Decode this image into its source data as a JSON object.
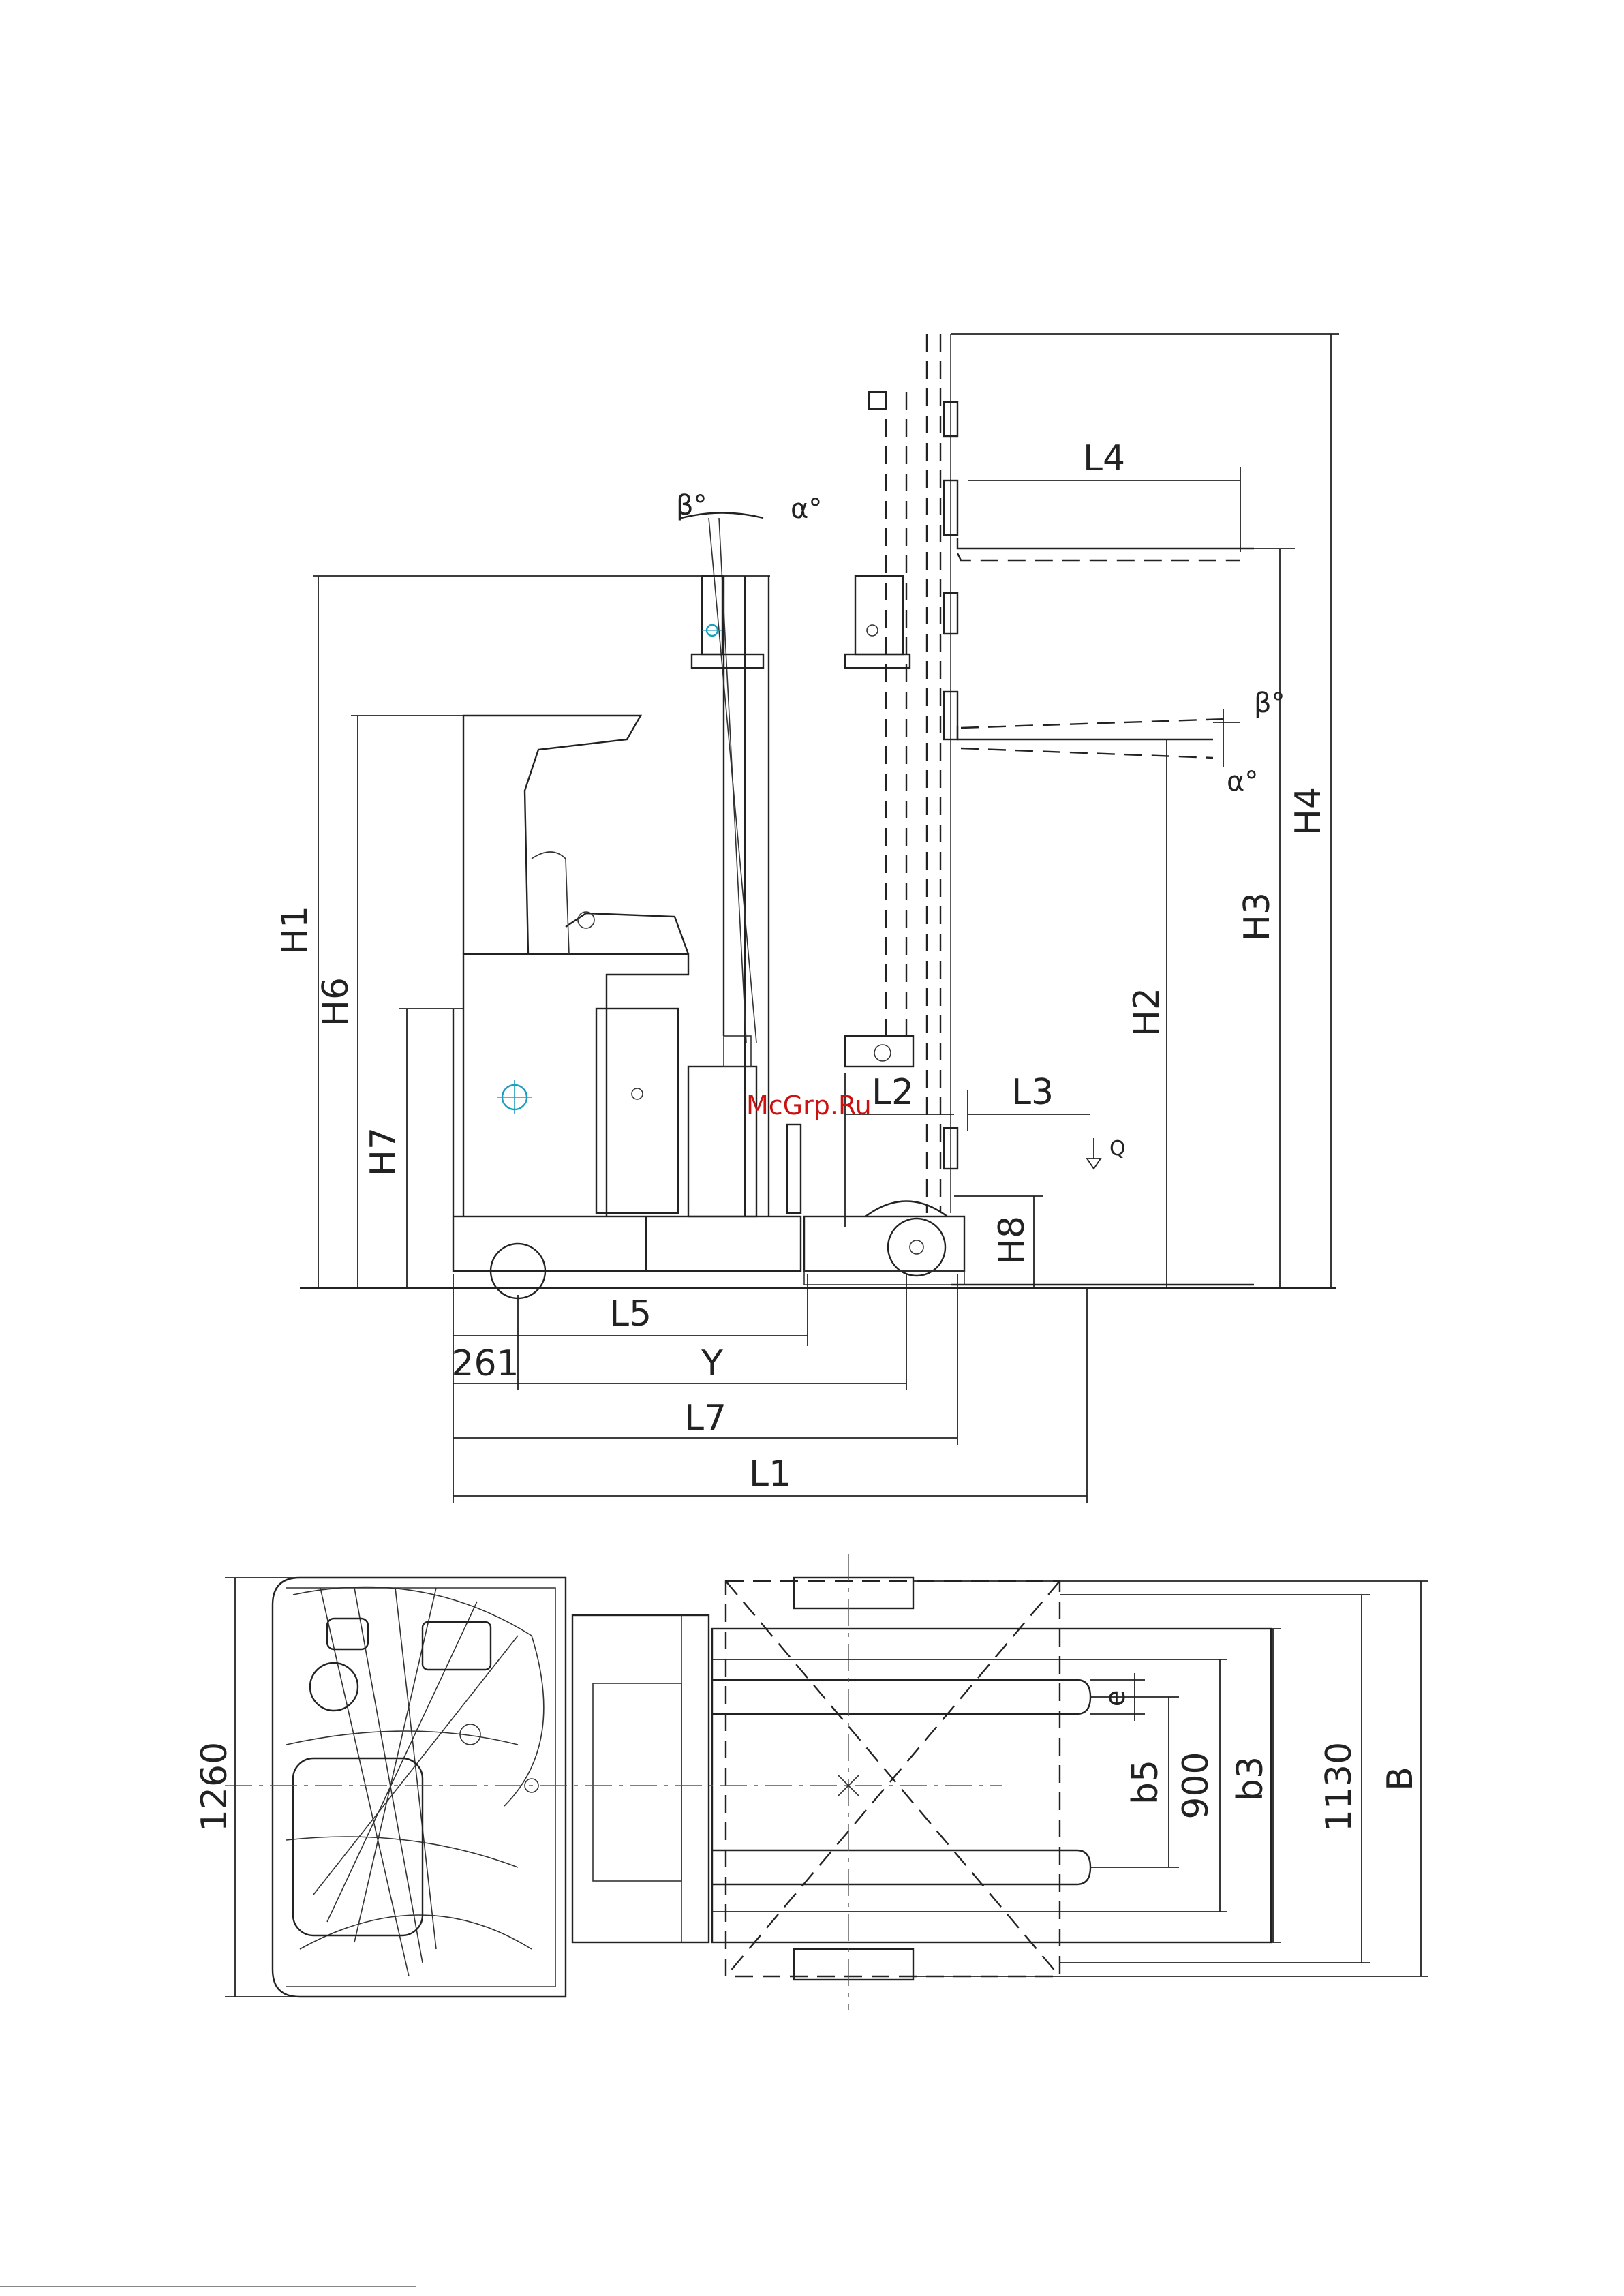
{
  "side_view": {
    "angle_beta": "β°",
    "angle_alpha": "α°",
    "angle_beta_fork": "β°",
    "angle_alpha_fork": "α°",
    "dims": {
      "H1": "H1",
      "H2": "H2",
      "H3": "H3",
      "H4": "H4",
      "H6": "H6",
      "H7": "H7",
      "H8": "H8",
      "L1": "L1",
      "L2": "L2",
      "L3": "L3",
      "L4": "L4",
      "L5": "L5",
      "L7": "L7",
      "Y": "Y",
      "wheel_offset": "261"
    },
    "load_symbol": "Q"
  },
  "top_view": {
    "dims": {
      "w1260": "1260",
      "w1130": "1130",
      "B": "B",
      "b3": "b3",
      "w900": "900",
      "b5": "b5",
      "e": "e"
    }
  },
  "watermark": "McGrp.Ru",
  "colors": {
    "line": "#222222",
    "watermark": "#cc1111",
    "marker": "#1a9fbf"
  }
}
